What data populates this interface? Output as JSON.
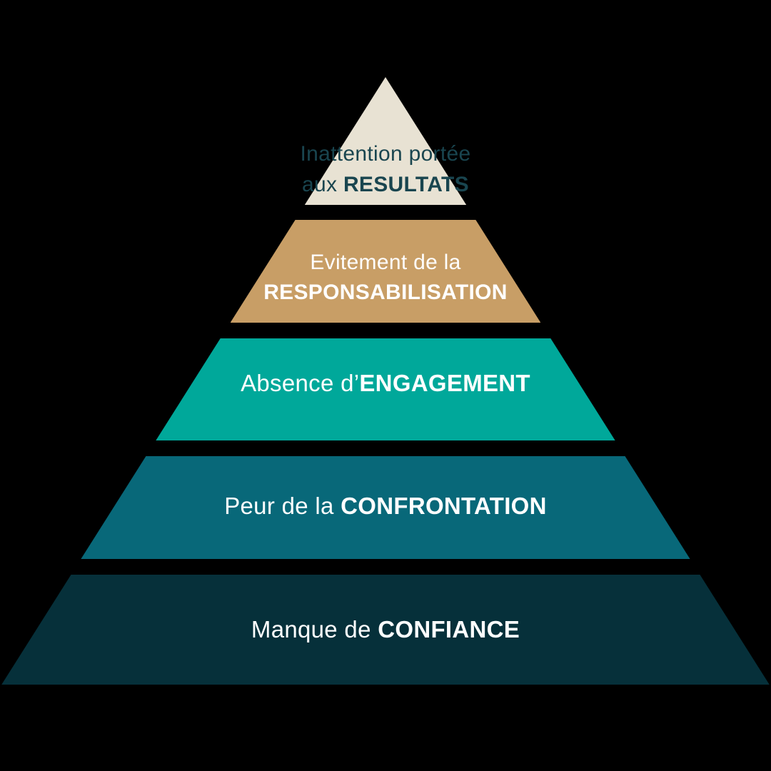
{
  "canvas": {
    "background": "#000000"
  },
  "pyramid": {
    "levels": [
      {
        "id": "inattention-resultats",
        "fill": "#e8e2d3",
        "text_color": "#19454f",
        "line1_regular": "Inattention portée",
        "line2_regular": "aux ",
        "line2_bold": "RESULTATS"
      },
      {
        "id": "evitement-responsabilisation",
        "fill": "#c89e66",
        "text_color": "#ffffff",
        "line1_regular": "Evitement de la",
        "line2_bold": "RESPONSABILISATION"
      },
      {
        "id": "absence-engagement",
        "fill": "#00a89a",
        "text_color": "#ffffff",
        "line1_regular": "Absence d’",
        "line1_bold": "ENGAGEMENT"
      },
      {
        "id": "peur-confrontation",
        "fill": "#086879",
        "text_color": "#ffffff",
        "line1_regular": "Peur de la ",
        "line1_bold": "CONFRONTATION"
      },
      {
        "id": "manque-confiance",
        "fill": "#06303a",
        "text_color": "#ffffff",
        "line1_regular": "Manque de ",
        "line1_bold": "CONFIANCE"
      }
    ]
  }
}
